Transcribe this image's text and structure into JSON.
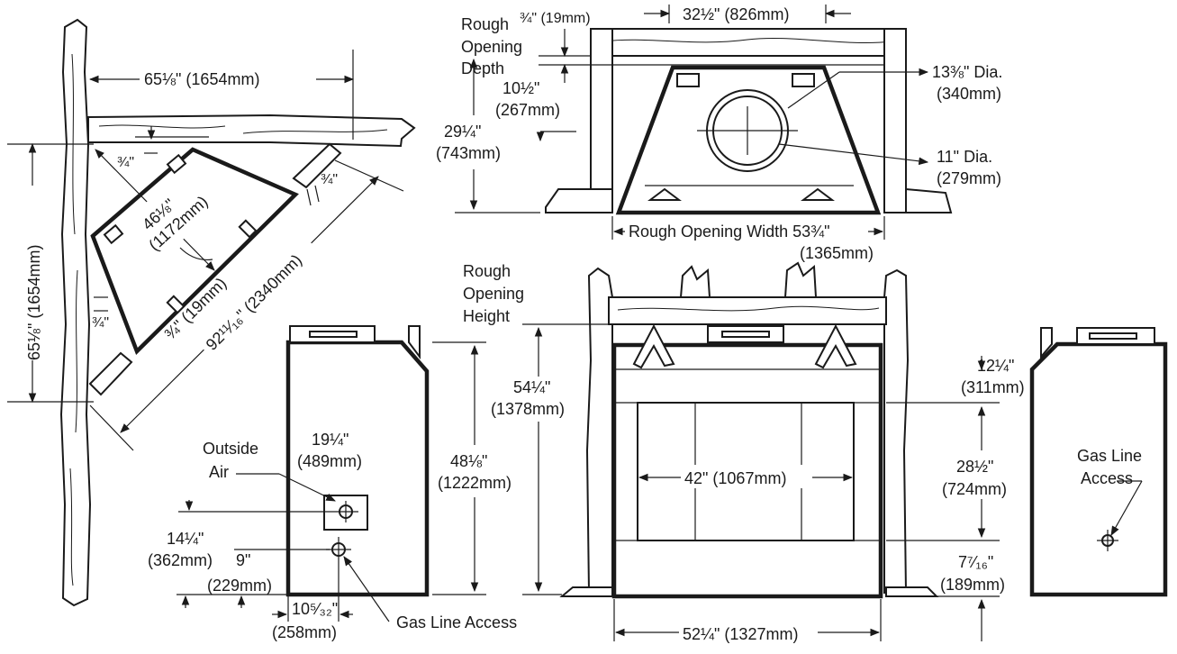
{
  "colors": {
    "ink": "#1a1a1a",
    "background": "#ffffff"
  },
  "corner_plan": {
    "width_top": "65⅛\" (1654mm)",
    "height_left": "65⅛\" (1654mm)",
    "offset_top": "¾\"",
    "offset_right": "¾\"",
    "offset_left": "¾\"",
    "diagonal_a_line1": "46⅛\"",
    "diagonal_a_line2": "(1172mm)",
    "offset_diag": "¾\" (19mm)",
    "diagonal_b": "92¹¹⁄₁₆\" (2340mm)"
  },
  "top_view": {
    "rough_depth_line1": "Rough",
    "rough_depth_line2": "Opening",
    "rough_depth_line3": "Depth",
    "clearance": "¾\" (19mm)",
    "top_width": "32½\" (826mm)",
    "depth_a_line1": "10½\"",
    "depth_a_line2": "(267mm)",
    "depth_b_line1": "29¼\"",
    "depth_b_line2": "(743mm)",
    "outer_dia_line1": "13⅜\" Dia.",
    "outer_dia_line2": "(340mm)",
    "inner_dia_line1": "11\" Dia.",
    "inner_dia_line2": "(279mm)",
    "rough_width_line1": "Rough Opening Width 53¾\"",
    "rough_width_line2": "(1365mm)"
  },
  "side_view": {
    "outside_air_line1": "Outside",
    "outside_air_line2": "Air",
    "air_width_line1": "19¼\"",
    "air_width_line2": "(489mm)",
    "air_height_line1": "14¼\"",
    "air_height_line2": "(362mm)",
    "gas_height_line1": "9\"",
    "gas_height_line2": "(229mm)",
    "gas_offset_line1": "10⁵⁄₃₂\"",
    "gas_offset_line2": "(258mm)",
    "gas_label": "Gas Line Access",
    "unit_height_line1": "48⅛\"",
    "unit_height_line2": "(1222mm)"
  },
  "front_view": {
    "rough_height_line1": "Rough",
    "rough_height_line2": "Opening",
    "rough_height_line3": "Height",
    "rough_height_line1_dim": "54¼\"",
    "rough_height_line2_dim": "(1378mm)",
    "top_band_line1": "12¼\"",
    "top_band_line2": "(311mm)",
    "opening_height_line1": "28½\"",
    "opening_height_line2": "(724mm)",
    "bottom_band_line1": "7⁷⁄₁₆\"",
    "bottom_band_line2": "(189mm)",
    "opening_width": "42\" (1067mm)",
    "unit_width": "52¼\" (1327mm)"
  },
  "right_side_view": {
    "gas_line1": "Gas Line",
    "gas_line2": "Access"
  }
}
